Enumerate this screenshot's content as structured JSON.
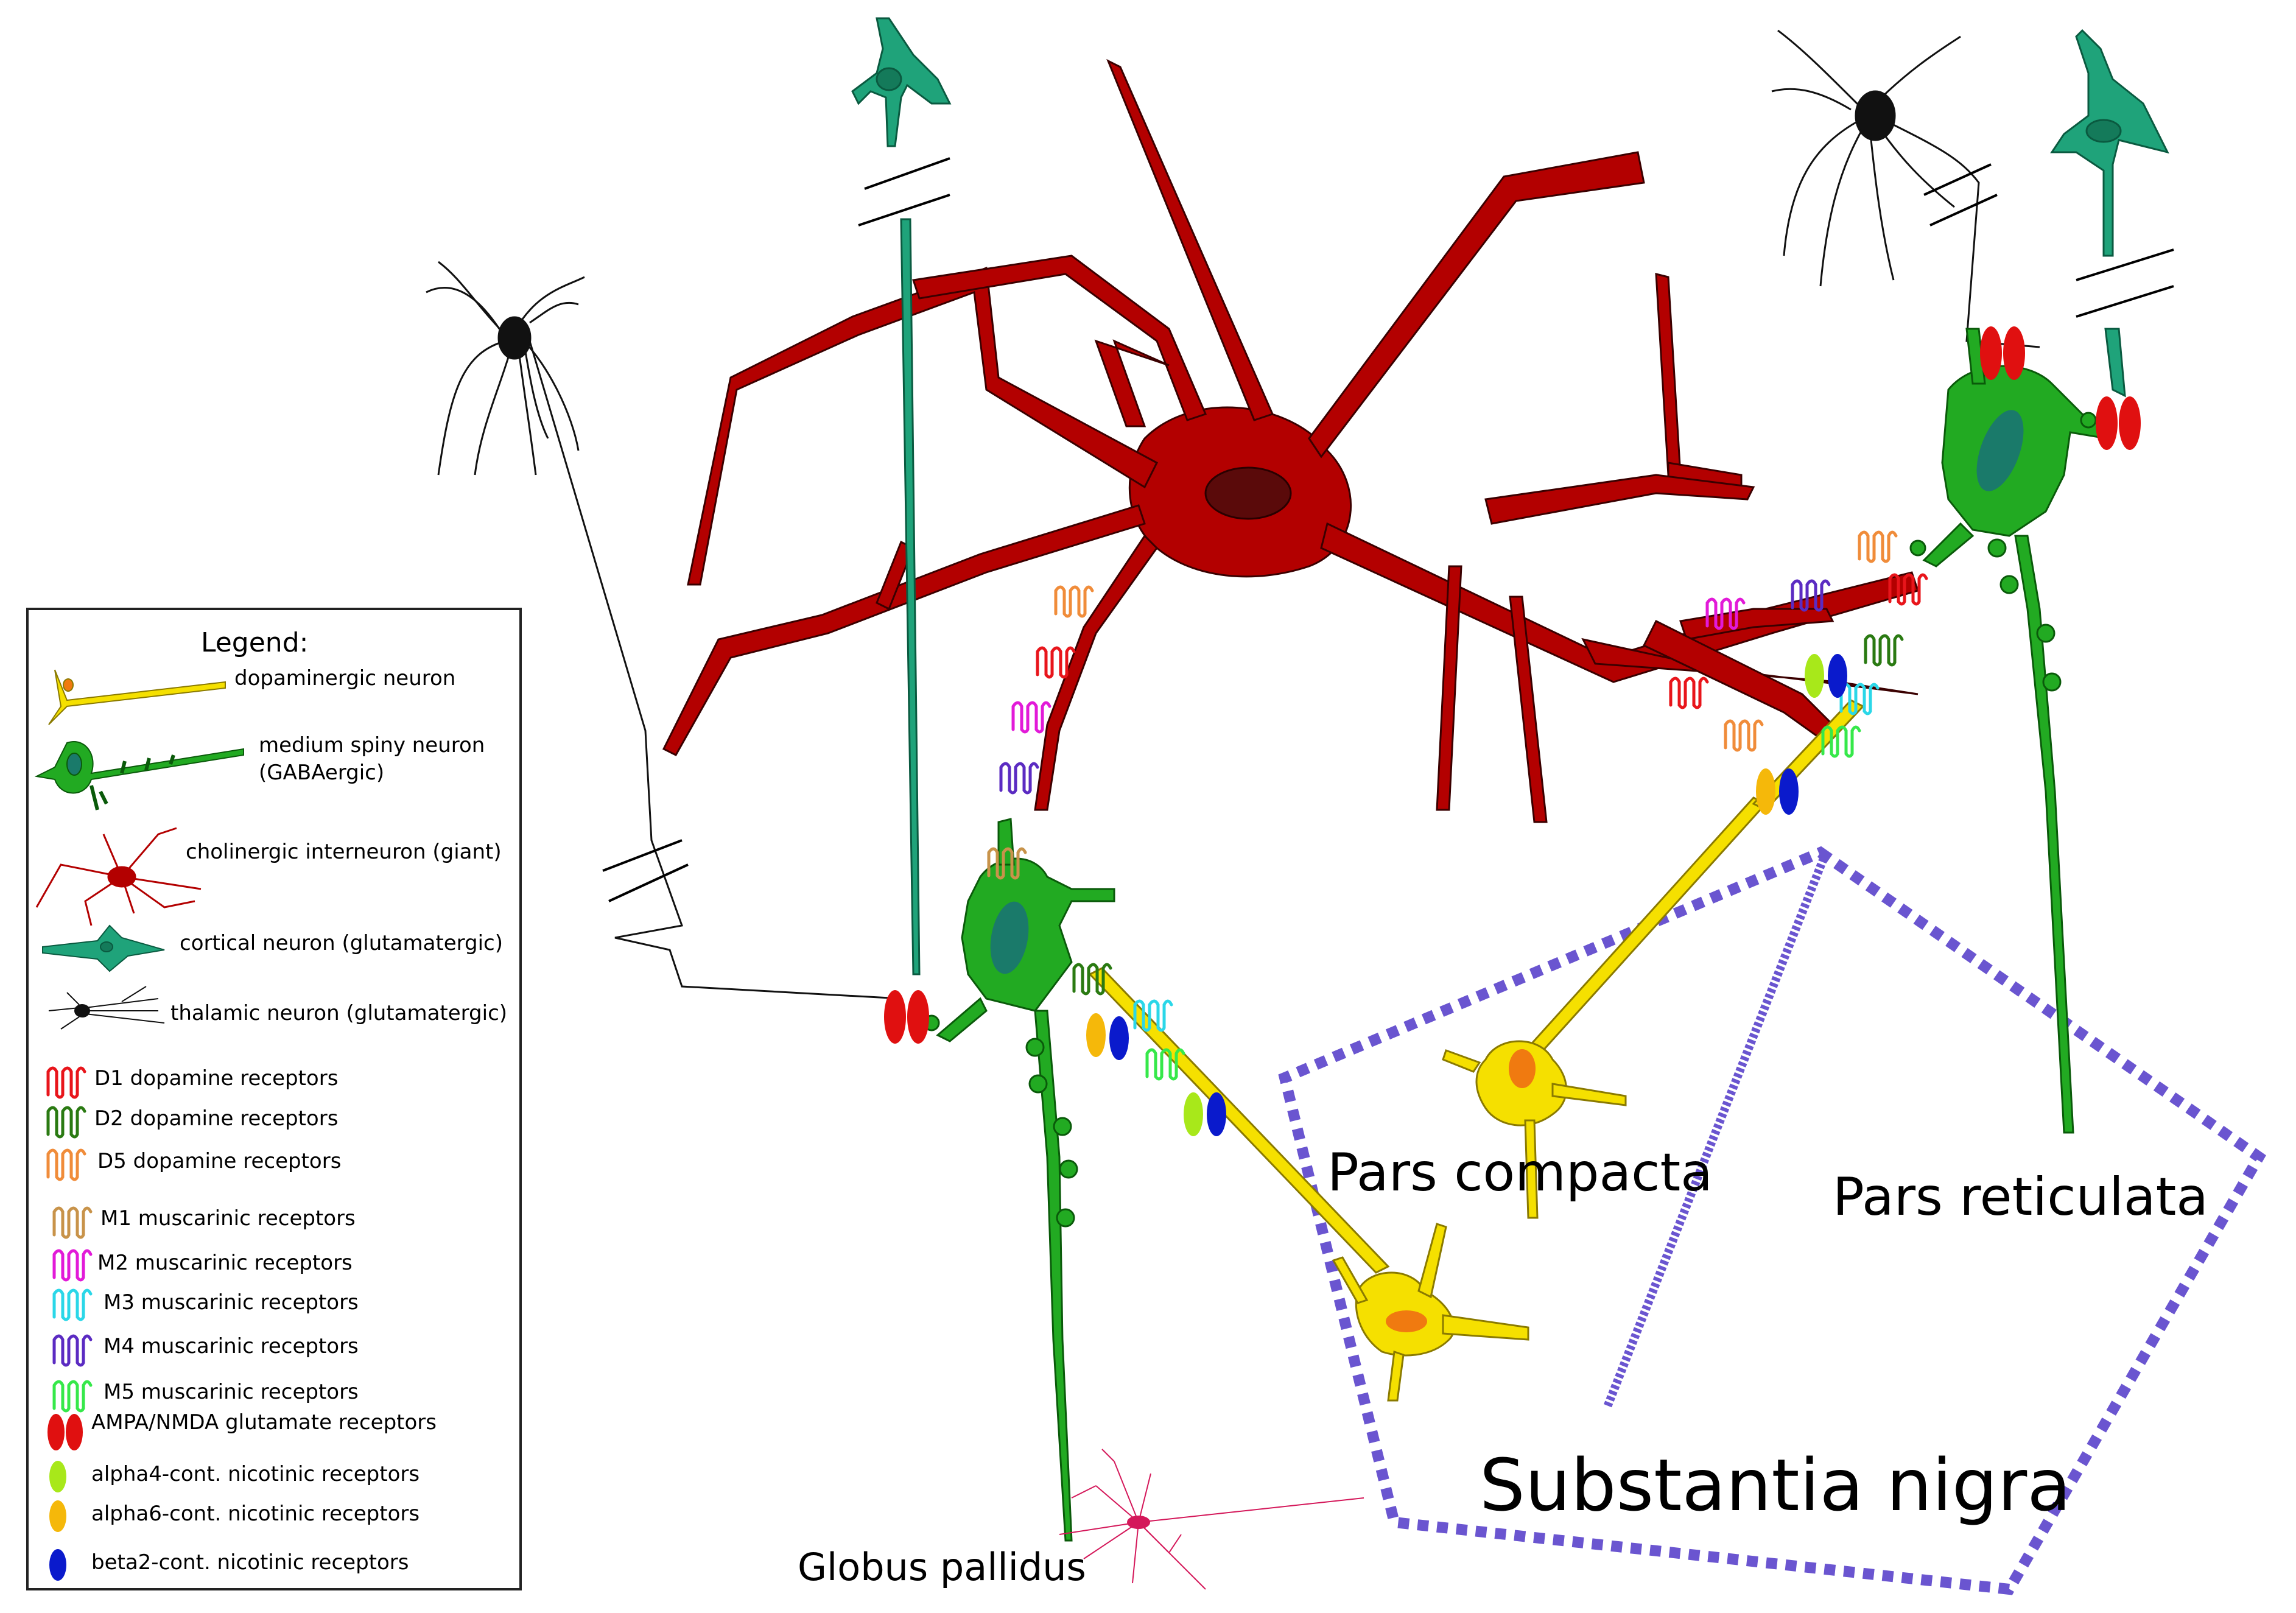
{
  "legend": {
    "title": "Legend:",
    "items": [
      {
        "label": "dopaminergic neuron",
        "icon": "dopaminergic-neuron-icon",
        "color": "#f5e000"
      },
      {
        "label": "medium spiny neuron",
        "label2": "(GABAergic)",
        "icon": "medium-spiny-neuron-icon",
        "color": "#22aa22"
      },
      {
        "label": "cholinergic interneuron (giant)",
        "icon": "cholinergic-interneuron-icon",
        "color": "#b30000"
      },
      {
        "label": "cortical neuron (glutamatergic)",
        "icon": "cortical-neuron-icon",
        "color": "#1fa37a"
      },
      {
        "label": "thalamic neuron (glutamatergic)",
        "icon": "thalamic-neuron-icon",
        "color": "#111111"
      },
      {
        "label": "D1 dopamine receptors",
        "icon": "receptor-coil-icon",
        "color": "#e8151b"
      },
      {
        "label": "D2 dopamine receptors",
        "icon": "receptor-coil-icon",
        "color": "#2a7a12"
      },
      {
        "label": "D5 dopamine receptors",
        "icon": "receptor-coil-icon",
        "color": "#f08c3a"
      },
      {
        "label": "M1 muscarinic receptors",
        "icon": "receptor-coil-icon",
        "color": "#c8934a"
      },
      {
        "label": "M2 muscarinic receptors",
        "icon": "receptor-coil-icon",
        "color": "#e21ad8"
      },
      {
        "label": "M3 muscarinic receptors",
        "icon": "receptor-coil-icon",
        "color": "#2bd7e8"
      },
      {
        "label": "M4 muscarinic receptors",
        "icon": "receptor-coil-icon",
        "color": "#5b2bc2"
      },
      {
        "label": "M5 muscarinic receptors",
        "icon": "receptor-coil-icon",
        "color": "#36e84a"
      },
      {
        "label": "AMPA/NMDA glutamate receptors",
        "icon": "double-oval-receptor-icon",
        "color": "#e01010"
      },
      {
        "label": "alpha4-cont. nicotinic receptors",
        "icon": "oval-receptor-icon",
        "color": "#a8e81a"
      },
      {
        "label": "alpha6-cont. nicotinic receptors",
        "icon": "oval-receptor-icon",
        "color": "#f5b80a"
      },
      {
        "label": "beta2-cont. nicotinic receptors",
        "icon": "oval-receptor-icon",
        "color": "#0a1acc"
      }
    ]
  },
  "labels": {
    "pars_compacta": "Pars compacta",
    "pars_reticulata": "Pars reticulata",
    "substantia_nigra": "Substantia nigra",
    "globus_pallidus": "Globus pallidus"
  },
  "colors": {
    "cholinergic": "#b30000",
    "cholinergic_nucleus": "#5a0a0a",
    "msn": "#22aa22",
    "msn_nucleus": "#1a7a6a",
    "cortical": "#1fa37a",
    "dopaminergic": "#f5e000",
    "dopaminergic_nucleus": "#f07a10",
    "sn_border": "#6a55d0",
    "pallidal": "#d4185a"
  }
}
